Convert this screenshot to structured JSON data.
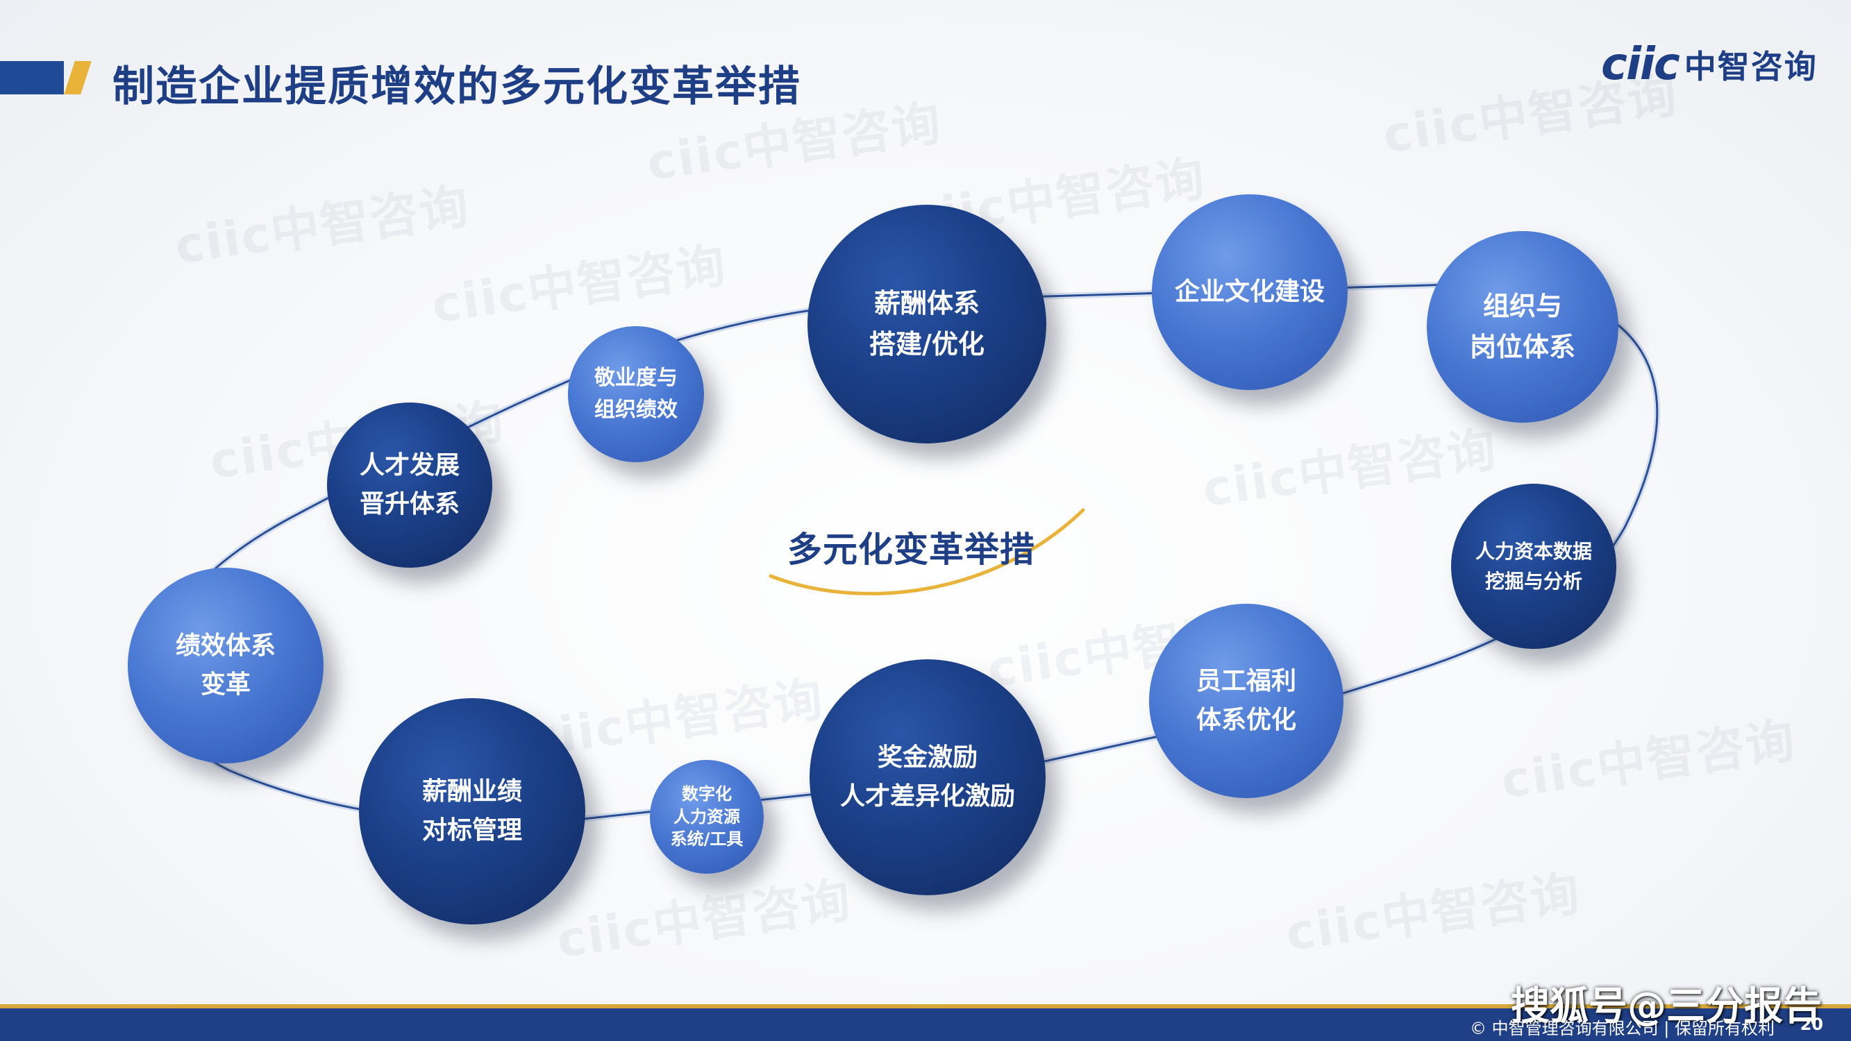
{
  "title": "制造企业提质增效的多元化变革举措",
  "logo": {
    "mark": "ciic",
    "text": "中智咨询"
  },
  "watermark": "ciic中智咨询",
  "center_label": "多元化变革举措",
  "nodes": [
    {
      "id": "salary-system",
      "label": "薪酬体系\n搭建/优化"
    },
    {
      "id": "corporate-culture",
      "label": "企业文化建设"
    },
    {
      "id": "org-position",
      "label": "组织与\n岗位体系"
    },
    {
      "id": "engagement",
      "label": "敬业度与\n组织绩效"
    },
    {
      "id": "talent-dev",
      "label": "人才发展\n晋升体系"
    },
    {
      "id": "hr-analytics",
      "label": "人力资本数据\n挖掘与分析"
    },
    {
      "id": "performance",
      "label": "绩效体系\n变革"
    },
    {
      "id": "benefits",
      "label": "员工福利\n体系优化"
    },
    {
      "id": "bonus",
      "label": "奖金激励\n人才差异化激励"
    },
    {
      "id": "benchmark",
      "label": "薪酬业绩\n对标管理"
    },
    {
      "id": "digital-hr",
      "label": "数字化\n人力资源\n系统/工具"
    }
  ],
  "footer": {
    "copyright": "© 中智管理咨询有限公司 | 保留所有权利",
    "page": "20"
  },
  "overlay_watermark": "搜狐号@三分报告",
  "colors": {
    "dark_blue": "#1b3f87",
    "light_blue": "#4574d0",
    "gold": "#e9b33a"
  }
}
